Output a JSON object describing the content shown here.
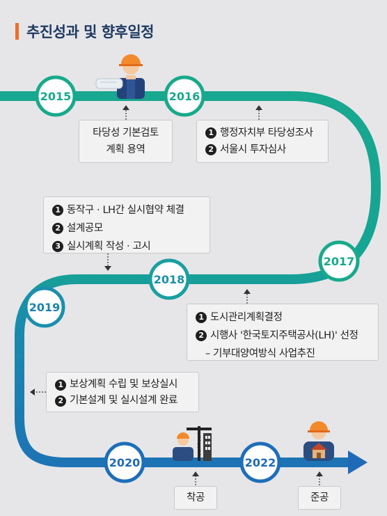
{
  "title": "추진성과 및 향후일정",
  "years": {
    "y2015": "2015",
    "y2016": "2016",
    "y2017": "2017",
    "y2018": "2018",
    "y2019": "2019",
    "y2020": "2020",
    "y2022": "2022"
  },
  "colors": {
    "teal": "#1aa88c",
    "blue": "#1e6fb9",
    "title_accent": "#f26b2a",
    "title_text": "#1f3a62"
  },
  "notes": {
    "n2015": {
      "lines": [
        "타당성 기본검토",
        "계획 용역"
      ]
    },
    "n2016": {
      "items": [
        "행정자치부 타당성조사",
        "서울시 투자심사"
      ]
    },
    "n2017": {
      "items": [
        "동작구 · LH간 실시협약 체결",
        "설계공모",
        "실시계획 작성 · 고시"
      ]
    },
    "n2018": {
      "items": [
        "도시관리계획결정",
        "시행사 '한국토지주택공사(LH)' 선정"
      ],
      "sub": "– 기부대양여방식 사업추진"
    },
    "n2019": {
      "items": [
        "보상계획 수립 및 보상실시",
        "기본설계 및 실시설계 완료"
      ]
    },
    "n2020": {
      "label": "착공"
    },
    "n2022": {
      "label": "준공"
    }
  },
  "icons": [
    "worker-with-blueprint-icon",
    "construction-crane-worker-icon",
    "worker-with-house-icon"
  ]
}
